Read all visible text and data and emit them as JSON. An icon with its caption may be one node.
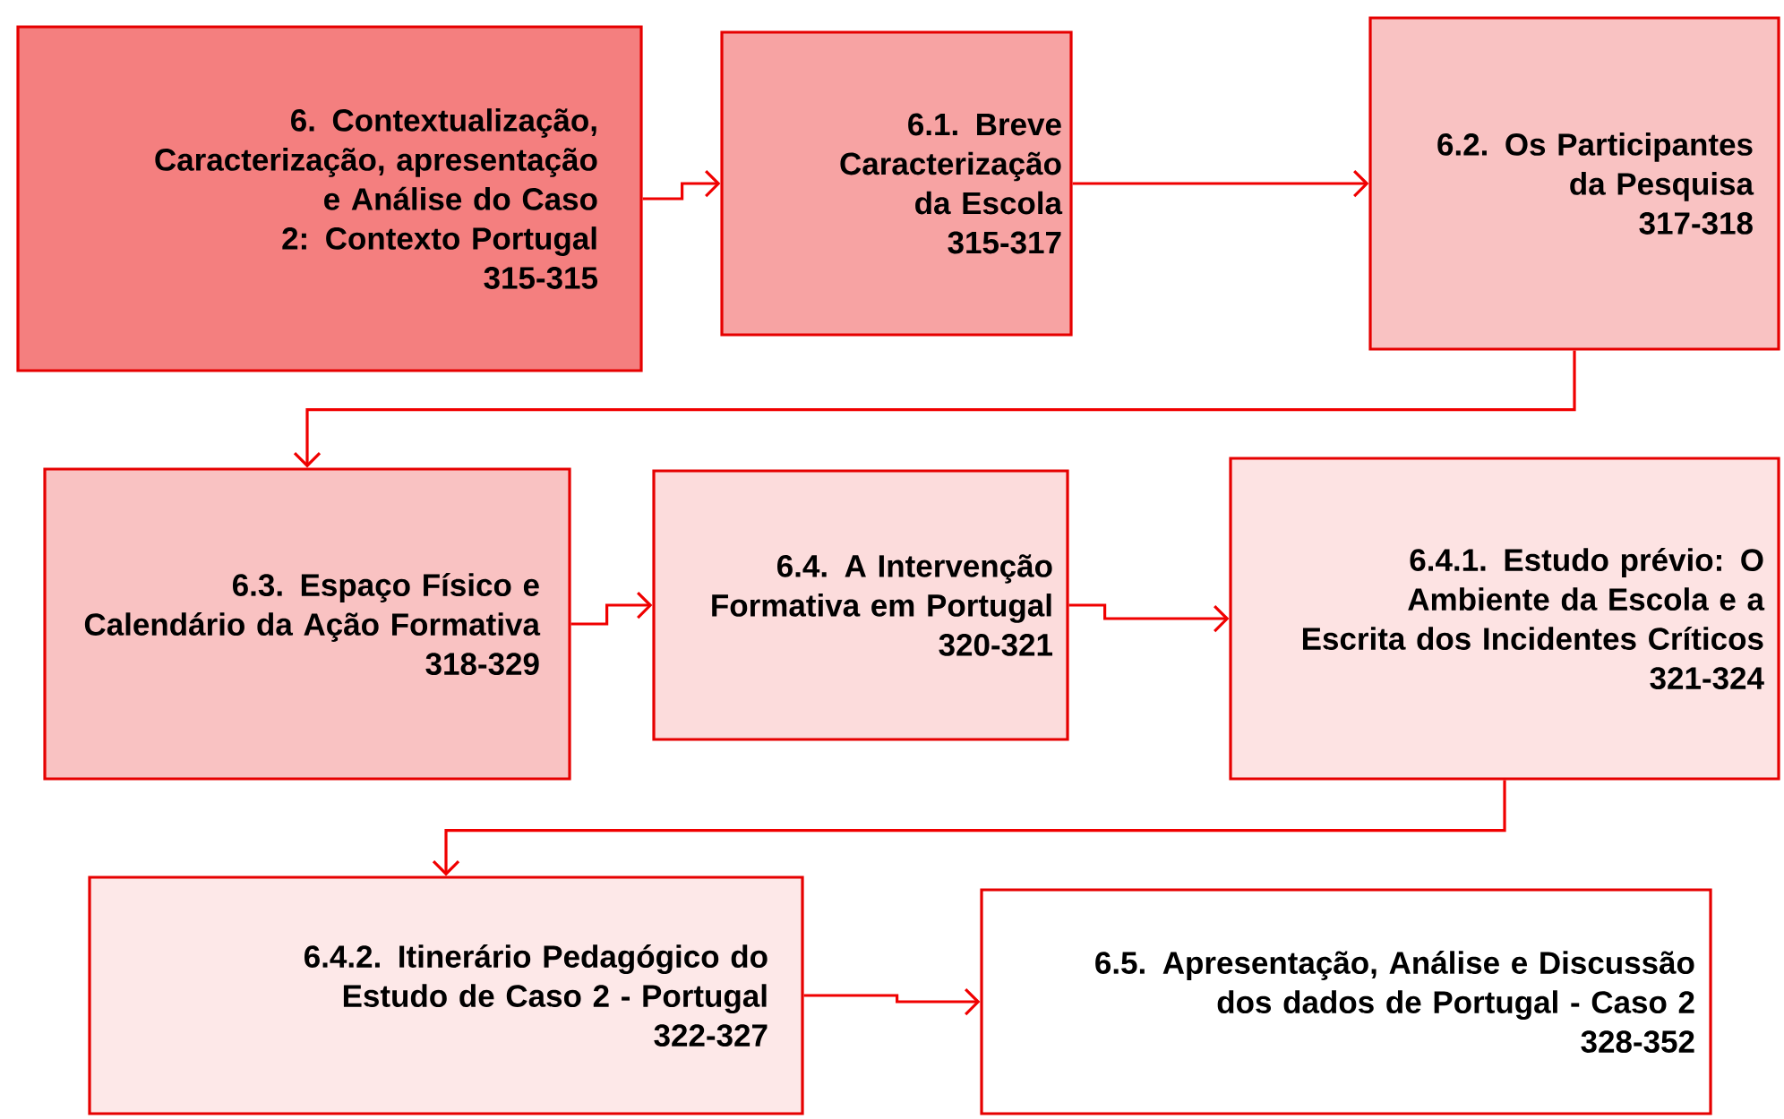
{
  "diagram": {
    "nodes": [
      {
        "text": [
          "6. Contextualização, Caracterização, apresentação e Análise do Caso 2: Contexto Portugal",
          "315-315"
        ]
      },
      {
        "text": [
          "6.1. Breve Caracterização da Escola",
          "315-317"
        ]
      },
      {
        "text": [
          "6.2.  Os Participantes da Pesquisa",
          "317-318"
        ]
      },
      {
        "text": [
          "6.3.  Espaço Físico e Calendário da Ação Formativa",
          "318-329"
        ]
      },
      {
        "text": [
          "6.4. A Intervenção Formativa em Portugal",
          "320-321"
        ]
      },
      {
        "text": [
          "6.4.1. Estudo prévio: O Ambiente da Escola e a Escrita dos Incidentes Críticos",
          "321-324"
        ]
      },
      {
        "text": [
          "6.4.2. Itinerário Pedagógico do Estudo de Caso 2 - Portugal",
          "322-327"
        ]
      },
      {
        "text": [
          "6.5. Apresentação, Análise e Discussão dos dados de Portugal - Caso 2",
          "328-352"
        ]
      }
    ],
    "edges": [
      {
        "from": 0,
        "to": 1,
        "arrow": "to"
      },
      {
        "from": 1,
        "to": 2,
        "arrow": "to"
      },
      {
        "from": 2,
        "to": 3,
        "arrow": "to"
      },
      {
        "from": 3,
        "to": 4,
        "arrow": "to"
      },
      {
        "from": 4,
        "to": 5,
        "arrow": "to"
      },
      {
        "from": 5,
        "to": 6,
        "arrow": "to"
      },
      {
        "from": 6,
        "to": 7,
        "arrow": "to"
      }
    ]
  }
}
